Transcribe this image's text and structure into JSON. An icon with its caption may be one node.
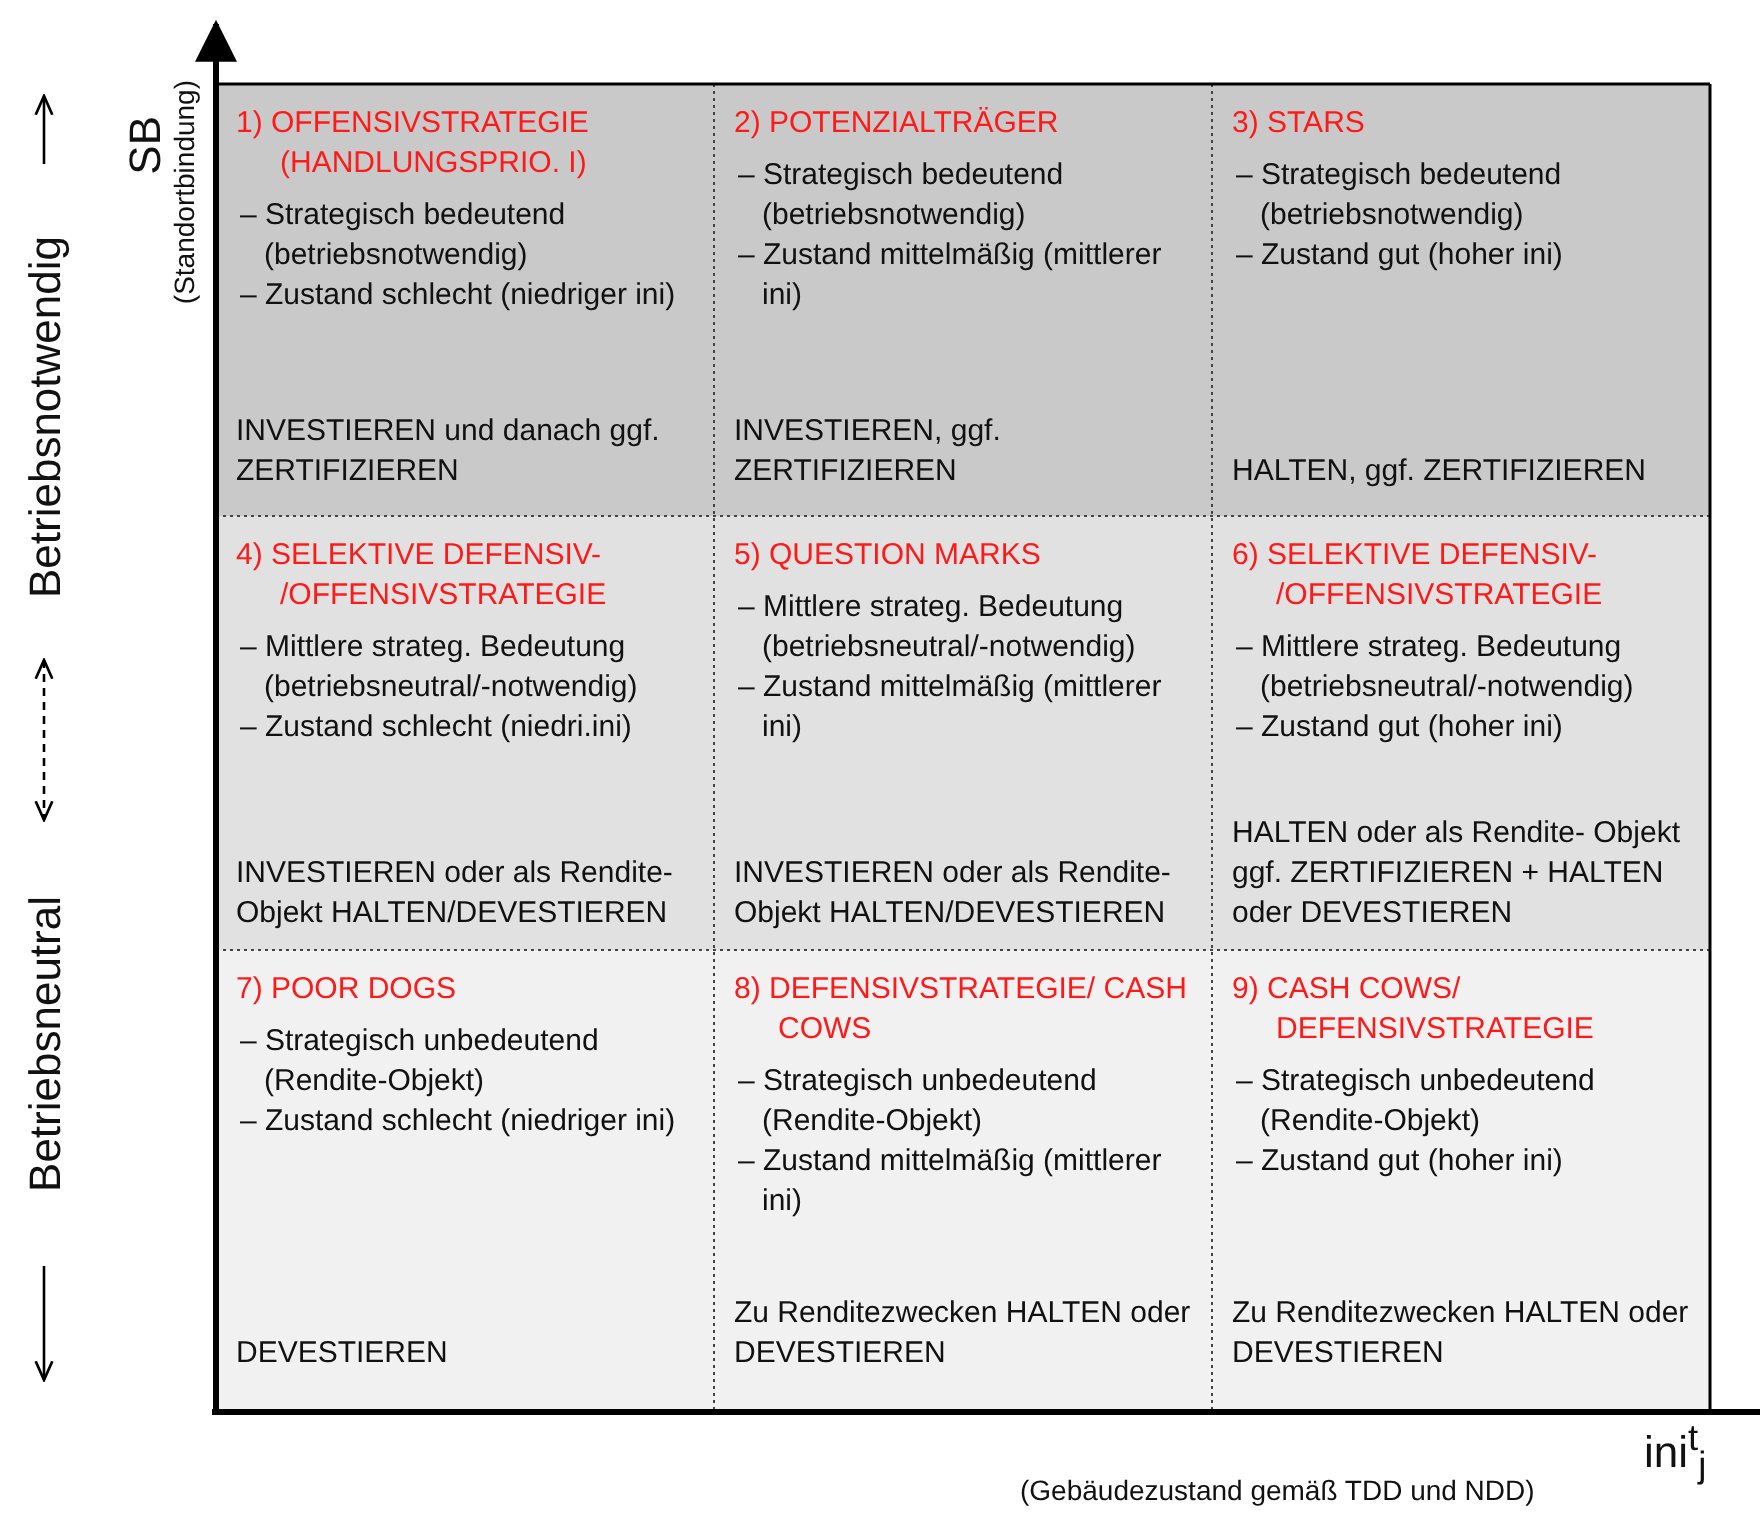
{
  "diagram": {
    "nodes": [
      {
        "text": [
          "1) OFFENSIVSTRATEGIE (HANDLUNGSPRIO. I)",
          "– Strategisch bedeutend (betriebsnotwendig)",
          "– Zustand schlecht (niedriger ini)",
          "INVESTIEREN und danach ggf. ZERTIFIZIEREN"
        ]
      },
      {
        "text": [
          "2) POTENZIALTRÄGER",
          "– Strategisch bedeutend (betriebsnotwendig)",
          "– Zustand mittelmäßig (mittlerer ini)",
          "INVESTIEREN, ggf. ZERTIFIZIEREN"
        ]
      },
      {
        "text": [
          "3) STARS",
          "– Strategisch bedeutend (betriebsnotwendig)",
          "– Zustand gut (hoher ini)",
          "HALTEN, ggf. ZERTIFIZIEREN"
        ]
      },
      {
        "text": [
          "4) SELEKTIVE DEFENSIV- /OFFENSIVSTRATEGIE",
          "– Mittlere strateg. Bedeutung (betriebsneutral/-notwendig)",
          "– Zustand schlecht (niedri.ini)",
          "INVESTIEREN oder als Rendite-Objekt HALTEN/DEVESTIEREN"
        ]
      },
      {
        "text": [
          "5) QUESTION MARKS",
          "– Mittlere strateg. Bedeutung (betriebsneutral/-notwendig)",
          "– Zustand mittelmäßig (mittlerer ini)",
          "INVESTIEREN oder als Rendite-Objekt HALTEN/DEVESTIEREN"
        ]
      },
      {
        "text": [
          "6) SELEKTIVE DEFENSIV- /OFFENSIVSTRATEGIE",
          "– Mittlere strateg. Bedeutung (betriebsneutral/-notwendig)",
          "– Zustand gut (hoher ini)",
          "HALTEN oder als Rendite- Objekt ggf. ZERTIFIZIEREN + HALTEN oder DEVESTIEREN"
        ]
      },
      {
        "text": [
          "7) POOR DOGS",
          "– Strategisch unbedeutend (Rendite-Objekt)",
          "– Zustand schlecht (niedriger ini)",
          "DEVESTIEREN"
        ]
      },
      {
        "text": [
          "8) DEFENSIVSTRATEGIE/ CASH COWS",
          "– Strategisch unbedeutend (Rendite-Objekt)",
          "– Zustand mittelmäßig (mittlerer ini)",
          "Zu Renditezwecken HALTEN oder DEVESTIEREN"
        ]
      },
      {
        "text": [
          "9) CASH COWS/ DEFENSIVSTRATEGIE",
          "– Strategisch unbedeutend (Rendite-Objekt)",
          "– Zustand gut (hoher ini)",
          "Zu Renditezwecken HALTEN oder DEVESTIEREN"
        ]
      }
    ],
    "labels": [
      "SB",
      "(Standortbindung)",
      "Betriebsnotwendig",
      "Betriebsneutral",
      "ini$^{t}$$_{j}$",
      "(Gebäudezustand gemäß TDD und NDD)"
    ]
  }
}
